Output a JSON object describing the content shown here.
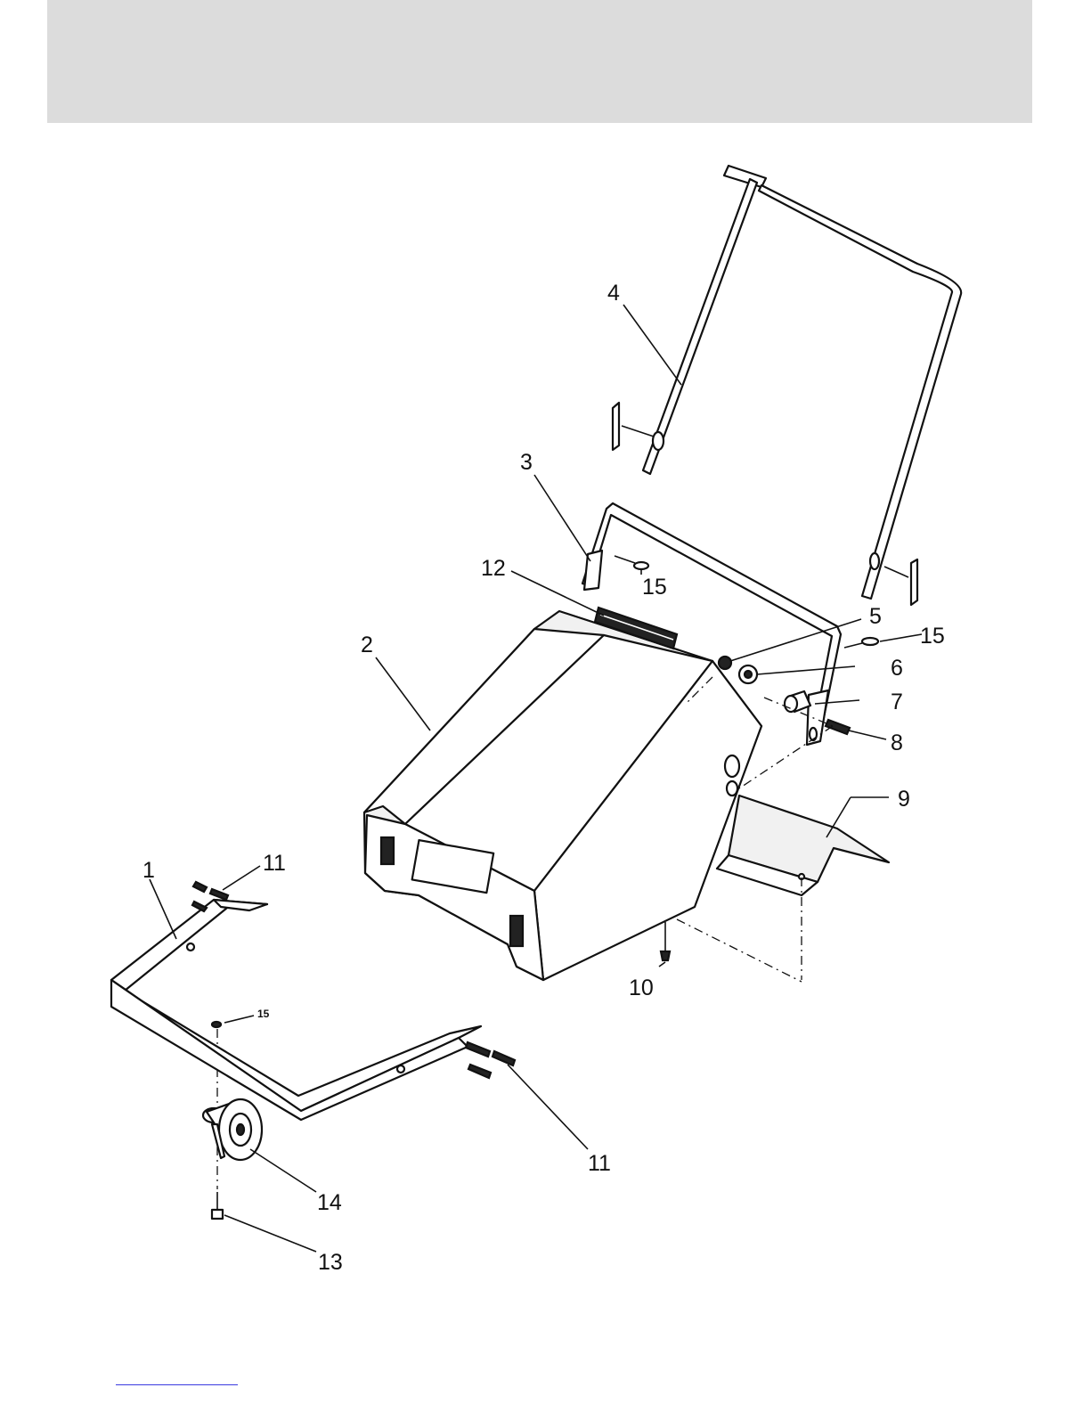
{
  "callouts": {
    "c1": "1",
    "c2": "2",
    "c3": "3",
    "c4": "4",
    "c5": "5",
    "c6": "6",
    "c7": "7",
    "c8": "8",
    "c9": "9",
    "c10": "10",
    "c11a": "11",
    "c11b": "11",
    "c12": "12",
    "c13": "13",
    "c14": "14",
    "c15a": "15",
    "c15b": "15",
    "c15c": "15"
  },
  "colors": {
    "header_band": "#dcdcdc",
    "line": "#111111",
    "link_underline": "#3a3ae0"
  }
}
